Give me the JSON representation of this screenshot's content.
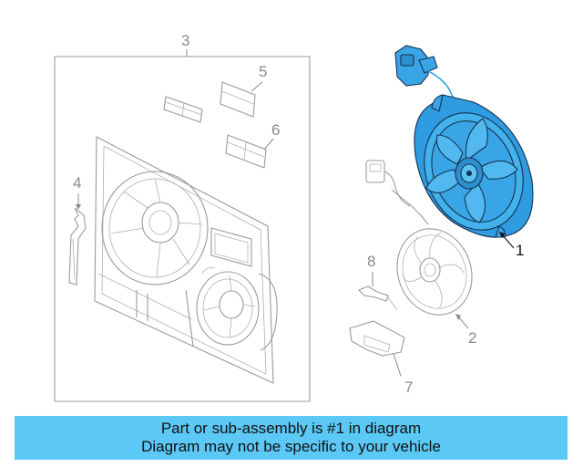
{
  "callouts": {
    "c1": "1",
    "c2": "2",
    "c3": "3",
    "c4": "4",
    "c5": "5",
    "c6": "6",
    "c7": "7",
    "c8": "8"
  },
  "banner": {
    "line1": "Part or sub-assembly is #1 in diagram",
    "line2": "Diagram may not be specific to your vehicle"
  },
  "colors": {
    "highlight_part": "#3aa5e6",
    "banner_bg": "#5cc8f5",
    "line_art": "#9a9a9a"
  }
}
